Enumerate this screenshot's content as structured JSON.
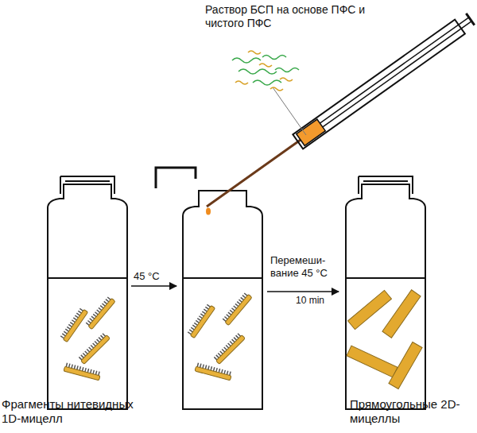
{
  "diagram": {
    "labels": [
      "Раствор БСП на основе ПФС и чистого ПФС",
      "45 °C",
      "Перемеши- вание 45 °C",
      "10 min",
      "Фрагменты нитевидных 1D-мицелл",
      "Прямоугольные 2D-мицеллы"
    ]
  }
}
